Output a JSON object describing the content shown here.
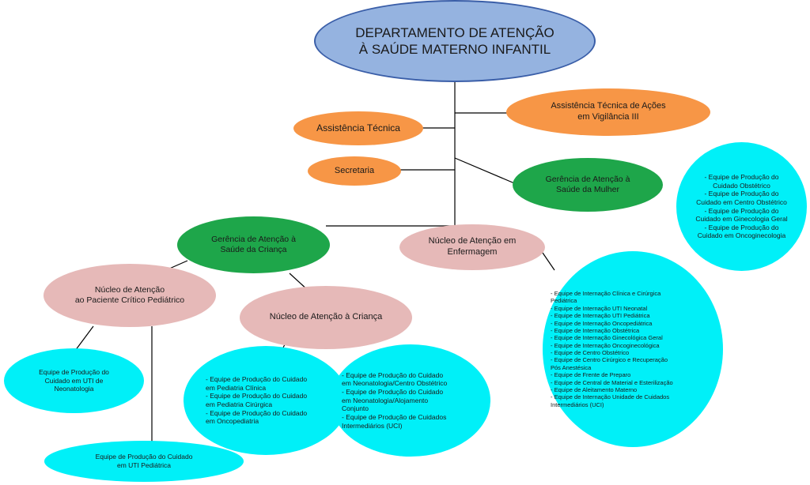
{
  "departamento": {
    "title": "DEPARTAMENTO DE ATENÇÃO\nÀ SAÚDE MATERNO INFANTIL"
  },
  "assistencia_tecnica": {
    "label": "Assistência Técnica"
  },
  "assistencia_vigilancia": {
    "label": "Assistência Técnica de Ações\nem Vigilância III"
  },
  "secretaria": {
    "label": "Secretaria"
  },
  "gerencia_mulher": {
    "label": "Gerência de Atenção à\nSaúde da Mulher",
    "equipes": "- Equipe de Produção do\nCuidado Obstétrico\n- Equipe de Produção do\nCuidado em Centro Obstétrico\n- Equipe de Produção do\nCuidado em Ginecologia Geral\n- Equipe de Produção do\nCuidado em Oncoginecologia"
  },
  "gerencia_crianca": {
    "label": "Gerência de Atenção à\nSaúde da Criança"
  },
  "nucleo_enfermagem": {
    "label": "Núcleo de Atenção em\nEnfermagem",
    "equipes": "- Equipe de Internação Clínica e Cirúrgica\nPediátrica\n- Equipe de Internação UTI Neonatal\n- Equipe de Internação UTI Pediátrica\n- Equipe de Internação Oncopediátrica\n- Equipe de Internação Obstétrica\n- Equipe de Internação Ginecológica Geral\n- Equipe de Internação Oncoginecológica\n- Equipe de Centro Obstétrico\n- Equipe de Centro Cirúrgico e Recuperação\nPós Anestésica\n- Equipe de Frente de Preparo\n- Equipe de Central de Material e Esterilização\n- Equipe de Aleitamento Materno\n- Equipe de Internação Unidade de Cuidados\nIntermediários (UCI)"
  },
  "nucleo_critico": {
    "label": "Núcleo de Atenção\nao Paciente Crítico Pediátrico"
  },
  "nucleo_crianca": {
    "label": "Núcleo de Atenção à Criança"
  },
  "equipe_uti_neo": {
    "label": "Equipe de Produção do\nCuidado em UTI de\nNeonatologia"
  },
  "equipe_uti_ped": {
    "label": "Equipe de Produção do Cuidado\nem UTI Pediátrica"
  },
  "equipes_pediatria": {
    "label": "- Equipe de Produção do Cuidado\nem Pediatria Clínica\n- Equipe de Produção do Cuidado\nem Pediatria Cirúrgica\n- Equipe de Produção do Cuidado\nem Oncopediatria"
  },
  "equipes_neonatologia": {
    "label": "- Equipe de Produção do Cuidado\nem Neonatologia/Centro Obstétrico\n- Equipe de Produção do Cuidado\nem Neonatologia/Alojamento\nConjunto\n- Equipe de Produção de Cuidados\nIntermediários (UCI)"
  }
}
